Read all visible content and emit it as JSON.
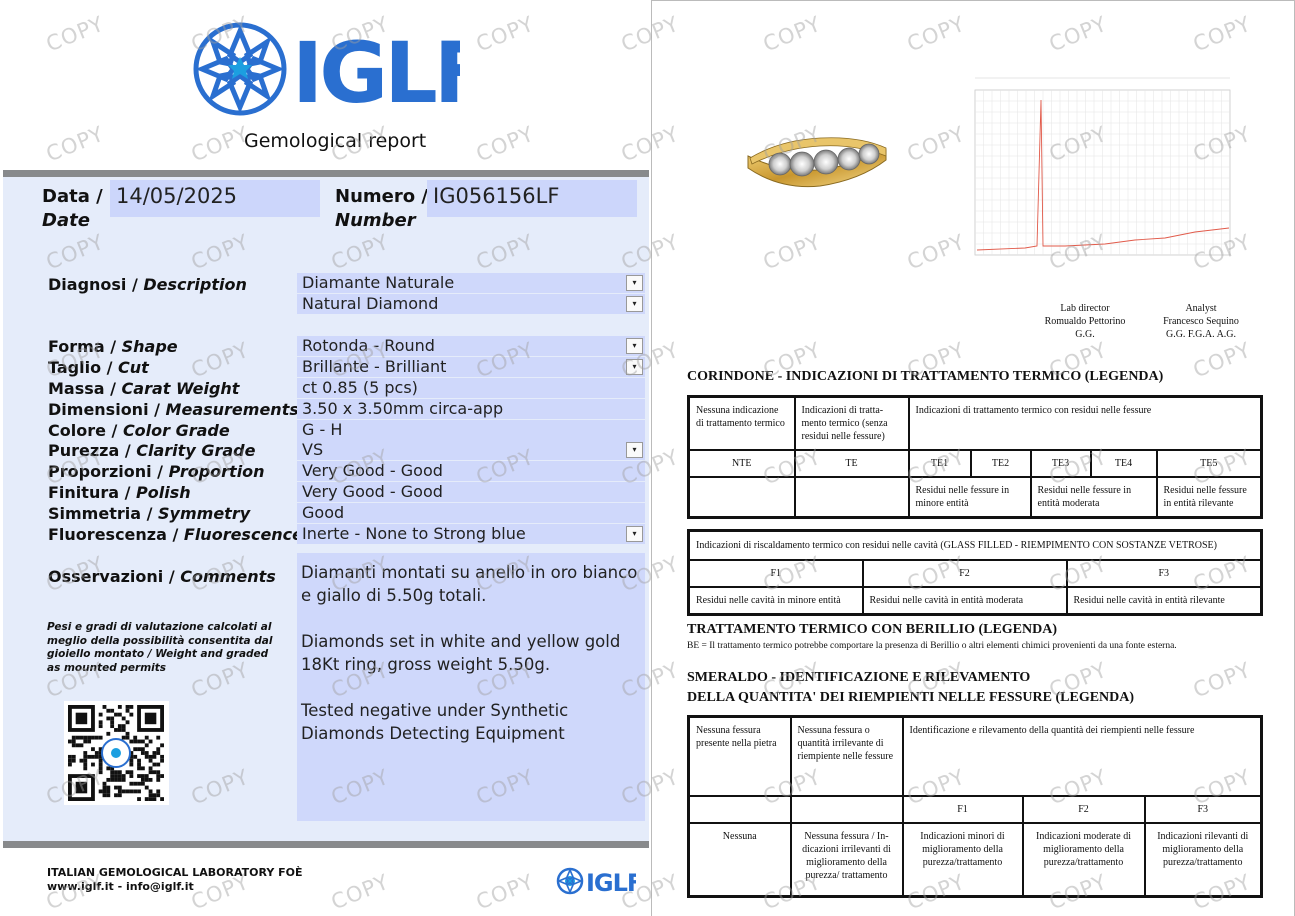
{
  "header": {
    "lab_name": "IGLF",
    "report_title": "Gemological report",
    "date_label_it": "Data /",
    "date_label_en": "Date",
    "date_value": "14/05/2025",
    "number_label_it": "Numero /",
    "number_label_en": "Number",
    "number_value": "IG056156LF"
  },
  "fields": [
    {
      "label_it": "Diagnosi / ",
      "label_en": "Description",
      "value": "Diamante Naturale",
      "dropdown": true
    },
    {
      "label_it": "",
      "label_en": "",
      "value": "Natural Diamond",
      "dropdown": true
    },
    {
      "label_it": "Forma / ",
      "label_en": "Shape",
      "value": "Rotonda - Round",
      "dropdown": true
    },
    {
      "label_it": "Taglio / ",
      "label_en": "Cut",
      "value": "Brillante - Brilliant",
      "dropdown": true
    },
    {
      "label_it": "Massa / ",
      "label_en": "Carat Weight",
      "value": "ct 0.85 (5 pcs)",
      "dropdown": false
    },
    {
      "label_it": "Dimensioni / ",
      "label_en": "Measurements",
      "value": "3.50 x 3.50mm circa-app",
      "dropdown": false
    },
    {
      "label_it": "Colore / ",
      "label_en": "Color Grade",
      "value": "G - H",
      "dropdown": false
    },
    {
      "label_it": "Purezza / ",
      "label_en": "Clarity Grade",
      "value": "VS",
      "dropdown": true
    },
    {
      "label_it": "Proporzioni / ",
      "label_en": "Proportion",
      "value": "Very Good - Good",
      "dropdown": false
    },
    {
      "label_it": "Finitura / ",
      "label_en": "Polish",
      "value": "Very Good - Good",
      "dropdown": false
    },
    {
      "label_it": "Simmetria / ",
      "label_en": "Symmetry",
      "value": "Good",
      "dropdown": false
    },
    {
      "label_it": "Fluorescenza / ",
      "label_en": "Fluorescence",
      "value": "Inerte - None to Strong blue",
      "dropdown": true
    }
  ],
  "comments": {
    "label_it": "Osservazioni / ",
    "label_en": "Comments",
    "paragraphs": [
      "Diamanti montati su anello in oro bianco e giallo di 5.50g totali.",
      "Diamonds set in white and yellow gold 18Kt ring, gross weight 5.50g.",
      "Tested negative under Synthetic Diamonds Detecting Equipment"
    ]
  },
  "weights_note": "Pesi e gradi di valutazione calcolati al meglio della possibilità consentita dal gioiello montato / Weight and graded as mounted permits",
  "footer": {
    "lab_full": "ITALIAN GEMOLOGICAL LABORATORY FOÈ",
    "contact": "www.iglf.it - info@iglf.it",
    "logo_text": "IGLF"
  },
  "signatures": {
    "director": [
      "Lab director",
      "Romualdo Pettorino",
      "G.G."
    ],
    "analyst": [
      "Analyst",
      "Francesco Sequino",
      "G.G. F.G.A. A.G."
    ]
  },
  "corundum": {
    "title": "CORINDONE - INDICAZIONI DI TRATTAMENTO TERMICO (LEGENDA)",
    "col1": "Nessuna indicazione di trattamento termico",
    "col2": "Indicazioni di tratta- mento termico (senza residui nelle fessure)",
    "col3": "Indicazioni di trattamento termico con residui nelle fessure",
    "codes": [
      "NTE",
      "TE",
      "TE1",
      "TE2",
      "TE3",
      "TE4",
      "TE5"
    ],
    "desc1": "Residui nelle fessure in minore entità",
    "desc2": "Residui nelle fessure in entità moderata",
    "desc3": "Residui nelle fessure in entità rilevante"
  },
  "glass": {
    "header": "Indicazioni di riscaldamento termico con residui nelle cavità (GLASS FILLED - RIEMPIMENTO CON SOSTANZE VETROSE)",
    "codes": [
      "F1",
      "F2",
      "F3"
    ],
    "descs": [
      "Residui nelle cavità in minore entità",
      "Residui nelle cavità in entità moderata",
      "Residui nelle cavità in entità rilevante"
    ]
  },
  "beryllium": {
    "title": "TRATTAMENTO TERMICO CON BERILLIO (LEGENDA)",
    "note": "BE = Il trattamento termico potrebbe comportare la presenza di Berillio o altri elementi chimici provenienti da una fonte esterna."
  },
  "emerald": {
    "title1": "SMERALDO - IDENTIFICAZIONE E RILEVAMENTO",
    "title2": "DELLA QUANTITA' DEI RIEMPIENTI NELLE FESSURE (LEGENDA)",
    "col1": "Nessuna fessura presente nella pietra",
    "col2": "Nessuna fessura o quantità irrilevante di riempiente nelle fessure",
    "col3": "Identificazione e rilevamento della quantità dei riempienti nelle fessure",
    "codes": [
      "F1",
      "F2",
      "F3"
    ],
    "r1": "Nessuna",
    "r2": "Nessuna fessura / In- dicazioni irrilevanti di miglioramento della purezza/ trattamento",
    "r3": "Indicazioni minori di miglioramento della purezza/trattamento",
    "r4": "Indicazioni moderate di miglioramento della purezza/trattamento",
    "r5": "Indicazioni rilevanti di miglioramento della purezza/trattamento"
  },
  "watermark": "COPY",
  "colors": {
    "brand_blue": "#2a6fd0",
    "form_bg": "#e5ecfa",
    "field_bg": "#cfd8fb",
    "rule_gray": "#888a8c"
  }
}
